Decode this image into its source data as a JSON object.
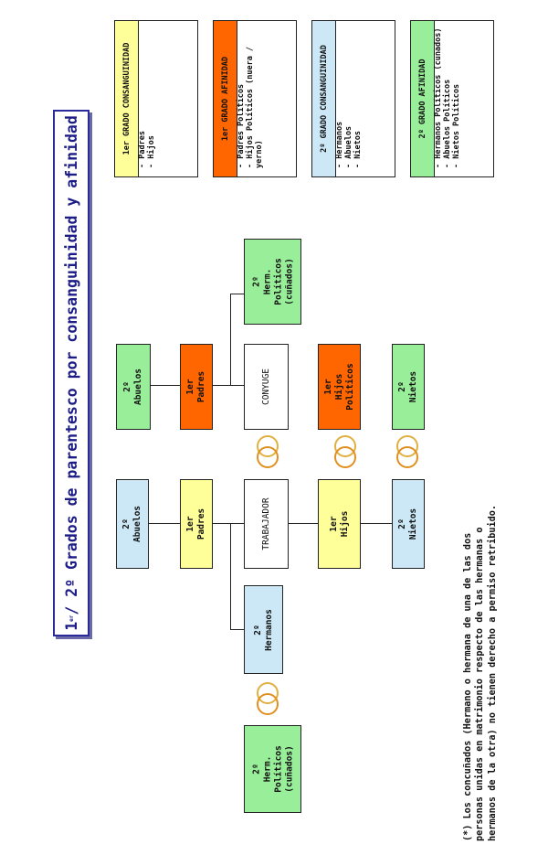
{
  "title": {
    "sup": "er",
    "pre": "1",
    "text": " / 2º Grados de parentesco por consanguinidad y afinidad"
  },
  "colors": {
    "yellow": "#ffff99",
    "blue": "#cce8f6",
    "green": "#99ee99",
    "orange": "#ff6600"
  },
  "nodes": {
    "abuelos_c": "2º\nAbuelos",
    "padres_c": "1er\nPadres",
    "trabajador": "TRABAJADOR",
    "hijos": "1er\nHijos",
    "nietos_c": "2º\nNietos",
    "hermanos": "2º\nHermanos",
    "cunados_left": "2º\nHerm.\nPolíticos\n(cuñados)",
    "abuelos_a": "2º\nAbuelos",
    "padres_a": "1er\nPadres",
    "conyuge": "CONYUGE",
    "hijos_politicos": "1er\nHijos\nPolíticos",
    "nietos_a": "2º\nNietos",
    "cunados_top": "2º\nHerm.\nPolíticos\n(cuñados)"
  },
  "legend": [
    {
      "header": "1er GRADO CONSANGUINIDAD",
      "items": [
        "- Padres",
        "- Hijos"
      ]
    },
    {
      "header": "1er GRADO AFINIDAD",
      "items": [
        "- Padres Políticos",
        "- Hijos Políticos (nuera / yerno)"
      ]
    },
    {
      "header": "2º GRADO CONSANGUINIDAD",
      "items": [
        "- Hermanos",
        "- Abuelos",
        "- Nietos"
      ]
    },
    {
      "header": "2º GRADO AFINIDAD",
      "items": [
        "- Hermanos Políticos (cuñados)",
        "- Abuelos Políticos",
        "- Nietos Políticos"
      ]
    }
  ],
  "note": "(*) Los concuñados (Hermano o hermana de una de las dos personas unidas en matrimonio respecto de las hermanas o hermanos de la otra) no tienen derecho a permiso retribuido."
}
